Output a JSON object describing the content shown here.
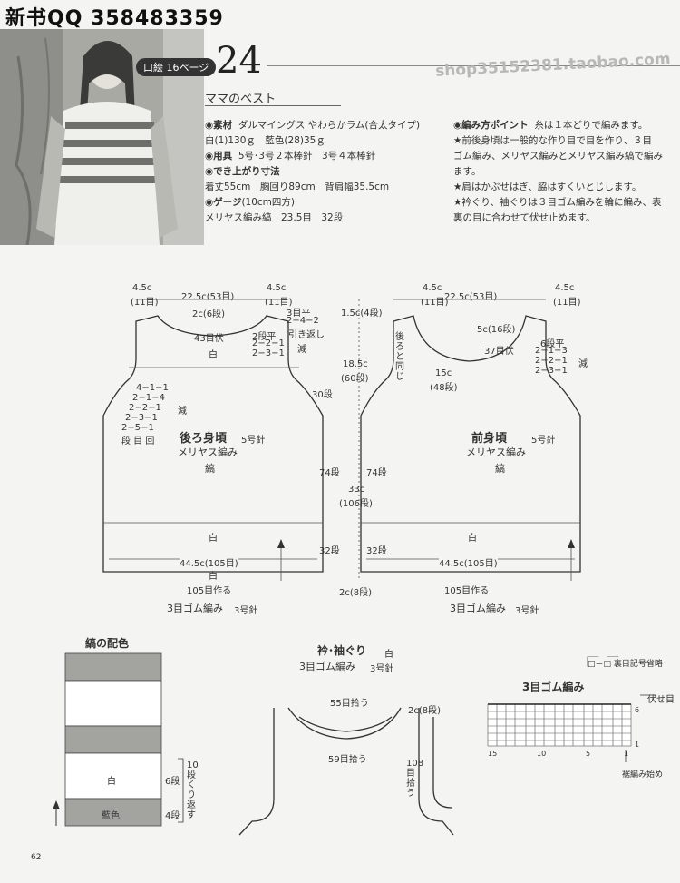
{
  "header_overlay": "新书QQ 358483359",
  "watermark": "shop35152381.taobao.com",
  "badge": "口絵 16ページ",
  "pattern_number": "24",
  "title": "ママのベスト",
  "materials": {
    "label": "◉素材",
    "line1": "ダルマイングス やわらかラム(合太タイプ)",
    "line2": "白(1)130ｇ　藍色(28)35ｇ",
    "tools_label": "◉用具",
    "tools": "5号･3号２本棒針　3号４本棒針",
    "size_label": "◉でき上がり寸法",
    "size": "着丈55cm　胸回り89cm　背肩幅35.5cm",
    "gauge_label": "◉ゲージ",
    "gauge_unit": "(10cm四方)",
    "gauge": "メリヤス編み縞　23.5目　32段"
  },
  "points": {
    "label": "◉編み方ポイント",
    "note": "糸は１本どりで編みます。",
    "l1": "★前後身頃は一般的な作り目で目を作り、３目",
    "l2": "ゴム編み、メリヤス編みとメリヤス編み縞で編み",
    "l3": "ます。",
    "l4": "★肩はかぶせはぎ、脇はすくいとじします。",
    "l5": "★衿ぐり、袖ぐりは３目ゴム編みを輪に編み、表",
    "l6": "裏の目に合わせて伏せ止めます。"
  },
  "back": {
    "title": "後ろ身頃",
    "needle": "5号針",
    "stitch": "メリヤス編み",
    "stripe": "縞",
    "shoulder_l": "4.5c",
    "shoulder_l2": "(11目)",
    "neck_w": "22.5c(53目)",
    "shoulder_r": "4.5c",
    "shoulder_r2": "(11目)",
    "neck_depth": "2c(6段)",
    "bind": "43目伏",
    "white": "白",
    "sh1": "3目平",
    "sh2": "2−4−2",
    "sh3": "引き返し",
    "nk1": "2段平",
    "nk2": "2−2−1",
    "nk3": "2−3−1",
    "dec": "減",
    "ar1": "4−1−1",
    "ar2": "2−1−4",
    "ar3": "2−2−1",
    "ar4": "2−3−1",
    "ar5": "2−5−1",
    "ar6": "段 目 回",
    "ar_dec": "減",
    "rows30": "30段",
    "rows74": "74段",
    "rows32": "32段",
    "white2": "白",
    "width": "44.5c(105目)",
    "white3": "白",
    "cast": "105目作る",
    "rib": "3目ゴム編み",
    "rib_needle": "3号針"
  },
  "center": {
    "c1": "1.5c(4段)",
    "c2": "18.5c",
    "c3": "(60段)",
    "c4": "33c",
    "c5": "(106段)",
    "c6": "2c(8段)"
  },
  "front": {
    "title": "前身頃",
    "needle": "5号針",
    "stitch": "メリヤス編み",
    "stripe": "縞",
    "shoulder_l": "4.5c",
    "shoulder_l2": "(11目)",
    "neck_w": "22.5c(53目)",
    "shoulder_r": "4.5c",
    "shoulder_r2": "(11目)",
    "neck_depth": "5c(16段)",
    "bind": "37目伏",
    "same": "後ろと同じ",
    "depth": "15c",
    "depth2": "(48段)",
    "nk0": "6段平",
    "nk1": "2−1−3",
    "nk2": "2−2−1",
    "nk3": "2−3−1",
    "dec": "減",
    "rows74": "74段",
    "rows32": "32段",
    "white2": "白",
    "width": "44.5c(105目)",
    "cast": "105目作る",
    "rib": "3目ゴム編み",
    "rib_needle": "3号針"
  },
  "stripe_chart": {
    "title": "縞の配色",
    "white": "白",
    "navy": "藍色",
    "rows6": "6段",
    "rows4": "4段",
    "repeat": "10段くり返す"
  },
  "collar": {
    "title": "衿･袖ぐり",
    "white": "白",
    "rib": "3目ゴム編み",
    "needle": "3号針",
    "pick55": "55目拾う",
    "pick59": "59目拾う",
    "c2": "2c(8段)",
    "pick108": "108目拾う"
  },
  "rib_chart": {
    "legend": "□＝□ 裏目記号省略",
    "title": "3目ゴム編み",
    "bindoff": "伏せ目",
    "r6": "6",
    "r1": "1",
    "c15": "15",
    "c10": "10",
    "c5": "5",
    "c1": "1",
    "start": "裾編み始め"
  },
  "page_number": "62"
}
